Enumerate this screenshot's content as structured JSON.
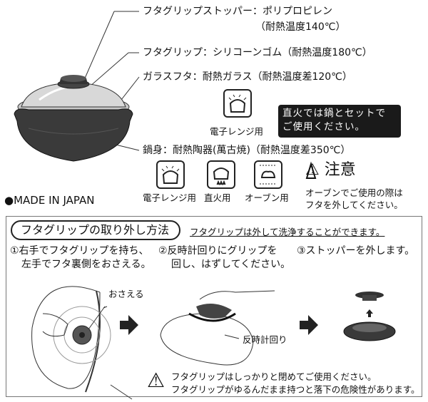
{
  "parts": {
    "stopper_label": "フタグリップストッパー：ポリプロピレン",
    "stopper_temp": "（耐熱温度140℃）",
    "grip_label": "フタグリップ：シリコーンゴム（耐熱温度180℃）",
    "glass_lid_label": "ガラスフタ：耐熱ガラス（耐熱温度差120℃）",
    "lid_microwave_caption": "電子レンジ用",
    "lid_notice_line1": "直火では鍋とセットで",
    "lid_notice_line2": "ご使用ください。",
    "body_label": "鍋身：耐熱陶器(萬古焼)（耐熱温度差350℃）",
    "body_icons": [
      {
        "icon": "microwave-icon",
        "caption": "電子レンジ用"
      },
      {
        "icon": "direct-fire-icon",
        "caption": "直火用"
      },
      {
        "icon": "oven-icon",
        "caption": "オーブン用"
      }
    ],
    "caution_title": "注意",
    "caution_line1": "オーブンでご使用の際は",
    "caution_line2": "フタを外してください。",
    "made_in": "●MADE IN JAPAN"
  },
  "removal": {
    "title": "フタグリップの取り外し方法",
    "subtitle": "フタグリップは外して洗浄することができます。",
    "step1_line1": "①右手でフタグリップを持ち、",
    "step1_line2": "左手でフタ裏側をおさえる。",
    "step2_line1": "②反時計回りにグリップを",
    "step2_line2": "回し、はずしてください。",
    "step3": "③ストッパーを外します。",
    "press_label": "おさえる",
    "ccw_label": "反時計回り",
    "warning_line1": "フタグリップはしっかりと閉めてご使用ください。",
    "warning_line2": "フタグリップがゆるんだまま持つと落下の危険性があります。"
  }
}
